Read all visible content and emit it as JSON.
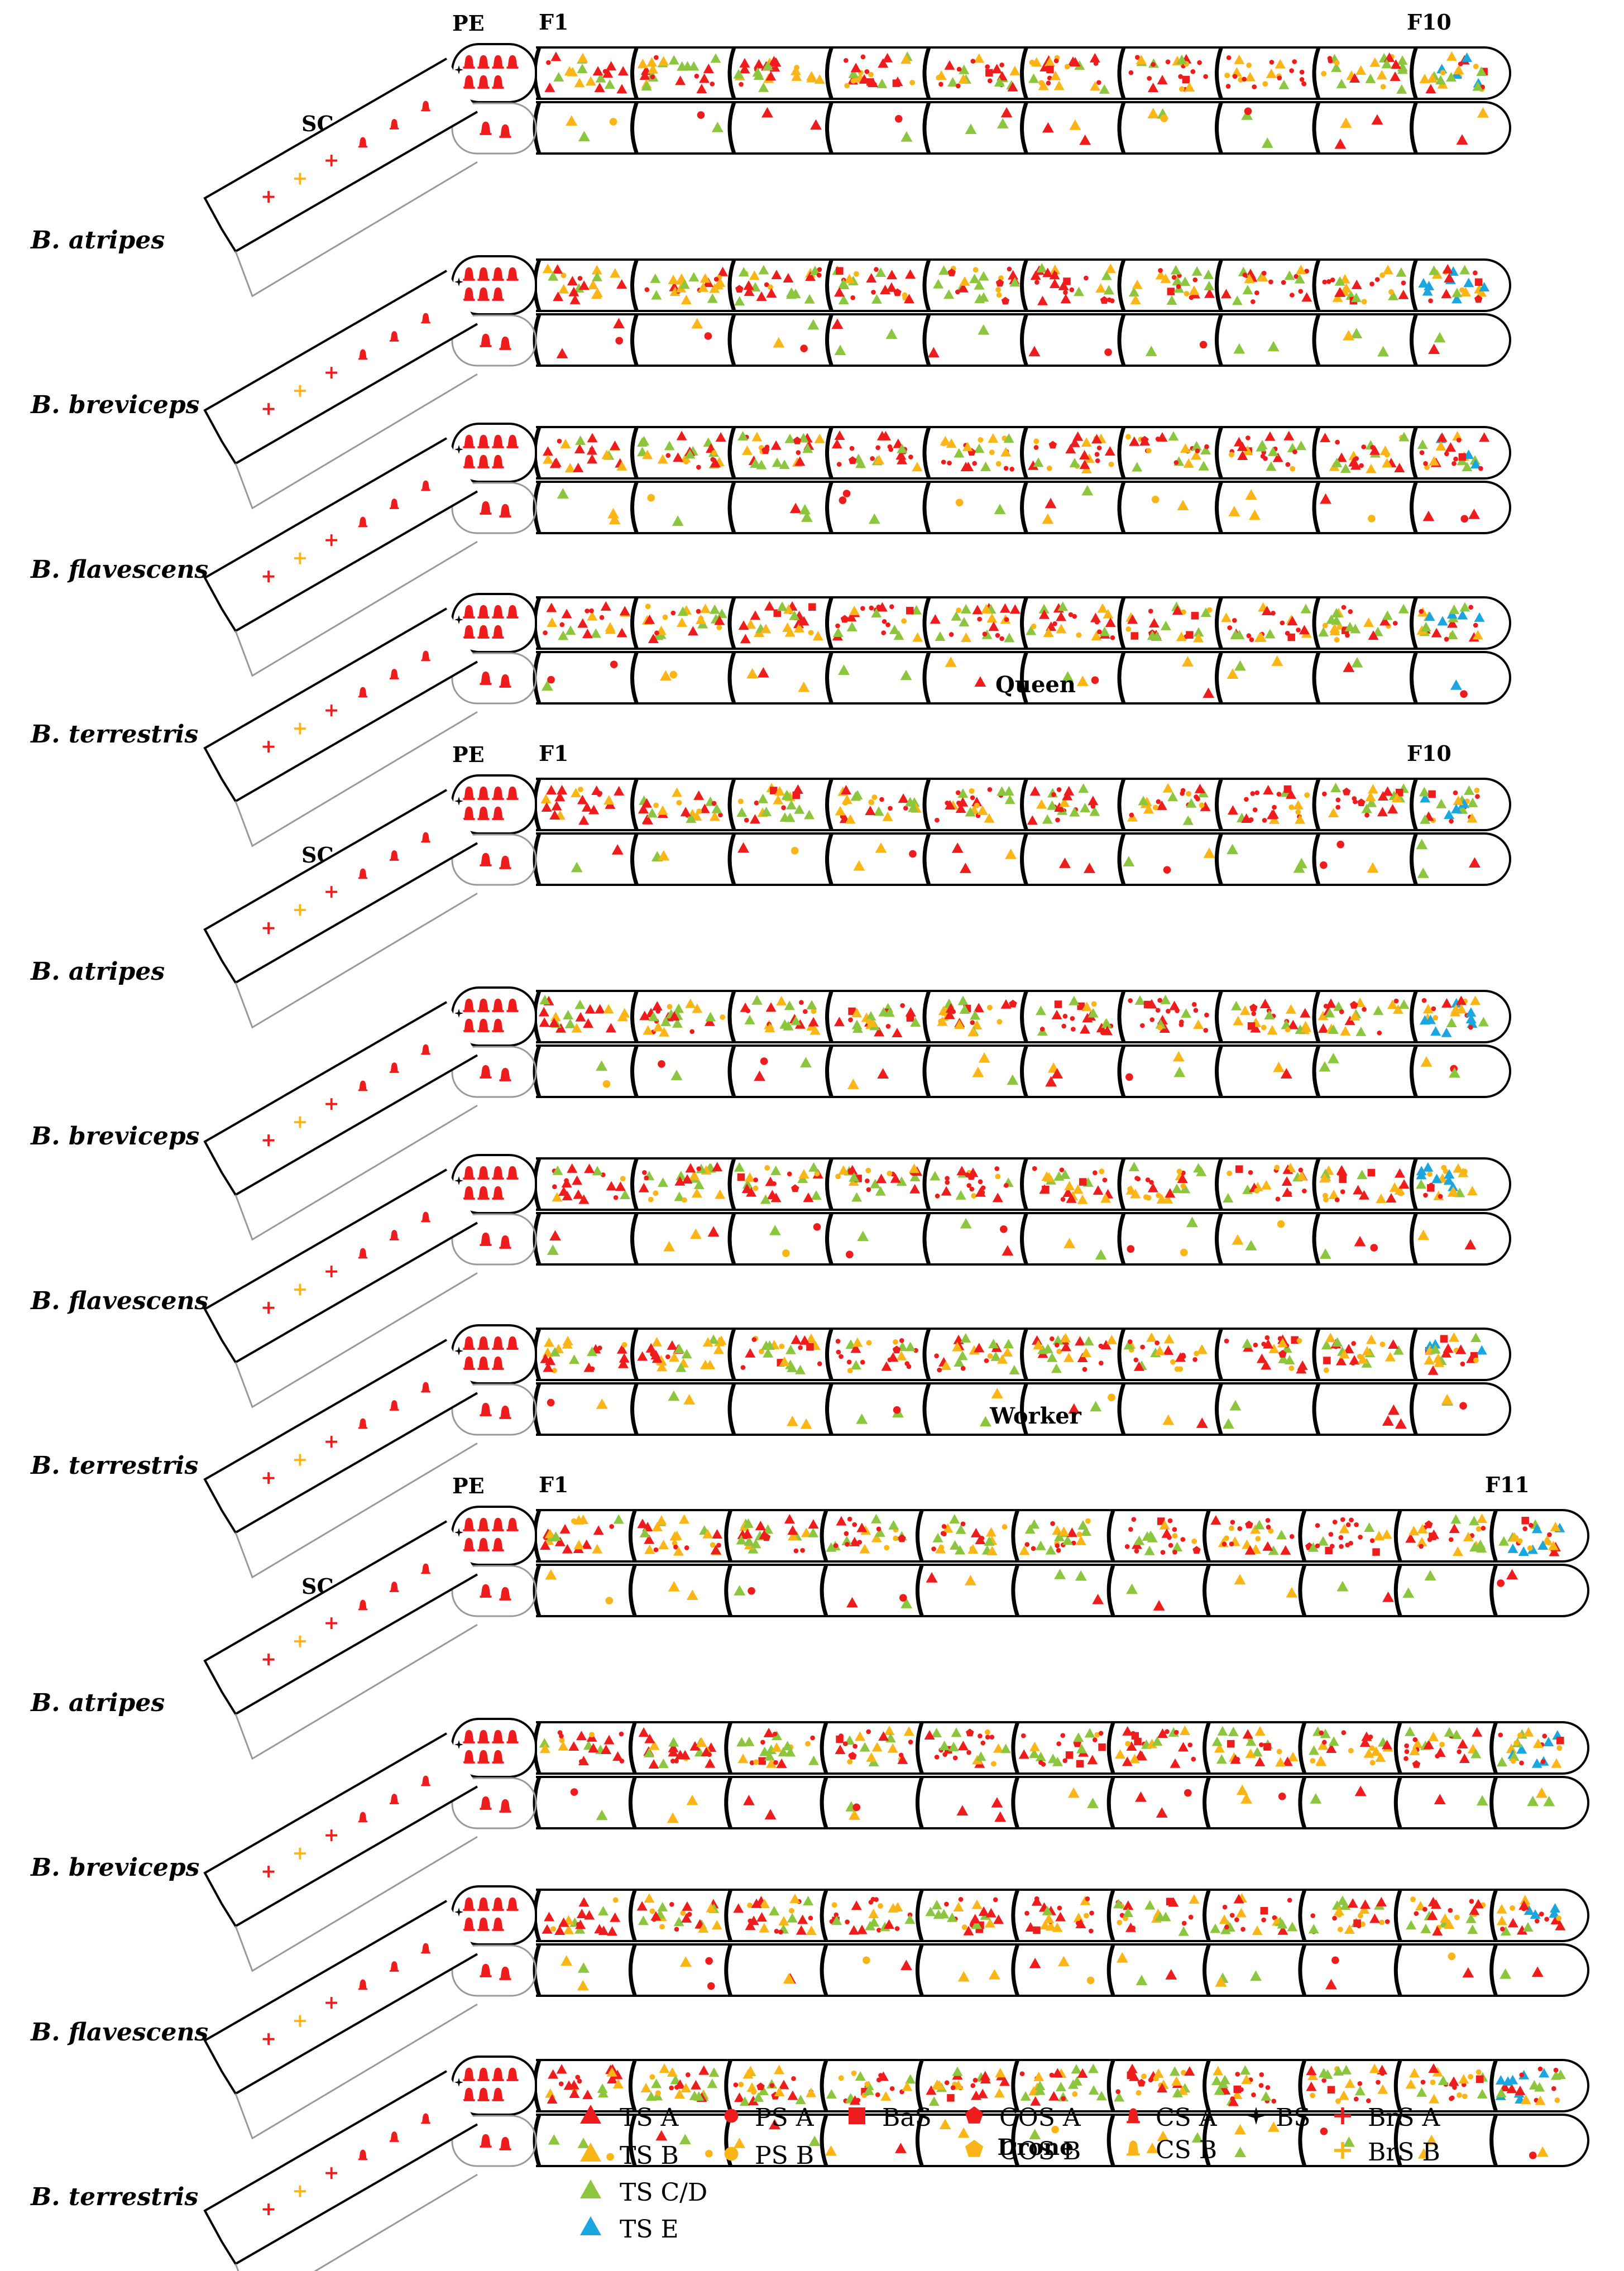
{
  "colors": {
    "red": "#ee1c1c",
    "orange": "#fbb516",
    "green": "#8cc63f",
    "blue": "#1ba6e0",
    "outline": "#000000",
    "membrane": "#999999"
  },
  "panels": [
    {
      "caste": "Queen",
      "segment_labels": {
        "pedicel": "PE",
        "scape": "SC",
        "first": "F1",
        "last": "F10"
      },
      "flagellomere_count": 10,
      "species": [
        "B. atripes",
        "B. breviceps",
        "B. flavescens",
        "B. terrestris"
      ]
    },
    {
      "caste": "Worker",
      "segment_labels": {
        "pedicel": "PE",
        "scape": "SC",
        "first": "F1",
        "last": "F10"
      },
      "flagellomere_count": 10,
      "species": [
        "B. atripes",
        "B. breviceps",
        "B. flavescens",
        "B. terrestris"
      ]
    },
    {
      "caste": "Drone",
      "segment_labels": {
        "pedicel": "PE",
        "scape": "SC",
        "first": "F1",
        "last": "F11"
      },
      "flagellomere_count": 11,
      "species": [
        "B. atripes",
        "B. breviceps",
        "B. flavescens",
        "B. terrestris"
      ]
    }
  ],
  "legend": [
    {
      "label": "TS A",
      "shape": "triangle",
      "color": "red"
    },
    {
      "label": "TS B",
      "shape": "triangle",
      "color": "orange"
    },
    {
      "label": "TS C/D",
      "shape": "triangle",
      "color": "green"
    },
    {
      "label": "TS E",
      "shape": "triangle",
      "color": "blue"
    },
    {
      "label": "PS A",
      "shape": "circle",
      "color": "red"
    },
    {
      "label": "PS B",
      "shape": "circle",
      "color": "orange"
    },
    {
      "label": "BaS",
      "shape": "square",
      "color": "red"
    },
    {
      "label": "COS A",
      "shape": "pentagon",
      "color": "red"
    },
    {
      "label": "COS B",
      "shape": "pentagon",
      "color": "orange"
    },
    {
      "label": "CS A",
      "shape": "bell",
      "color": "red"
    },
    {
      "label": "CS B",
      "shape": "bell",
      "color": "orange"
    },
    {
      "label": "BS",
      "shape": "star4",
      "color": "outline"
    },
    {
      "label": "BrS A",
      "shape": "cross",
      "color": "red"
    },
    {
      "label": "BrS B",
      "shape": "cross",
      "color": "orange"
    }
  ]
}
